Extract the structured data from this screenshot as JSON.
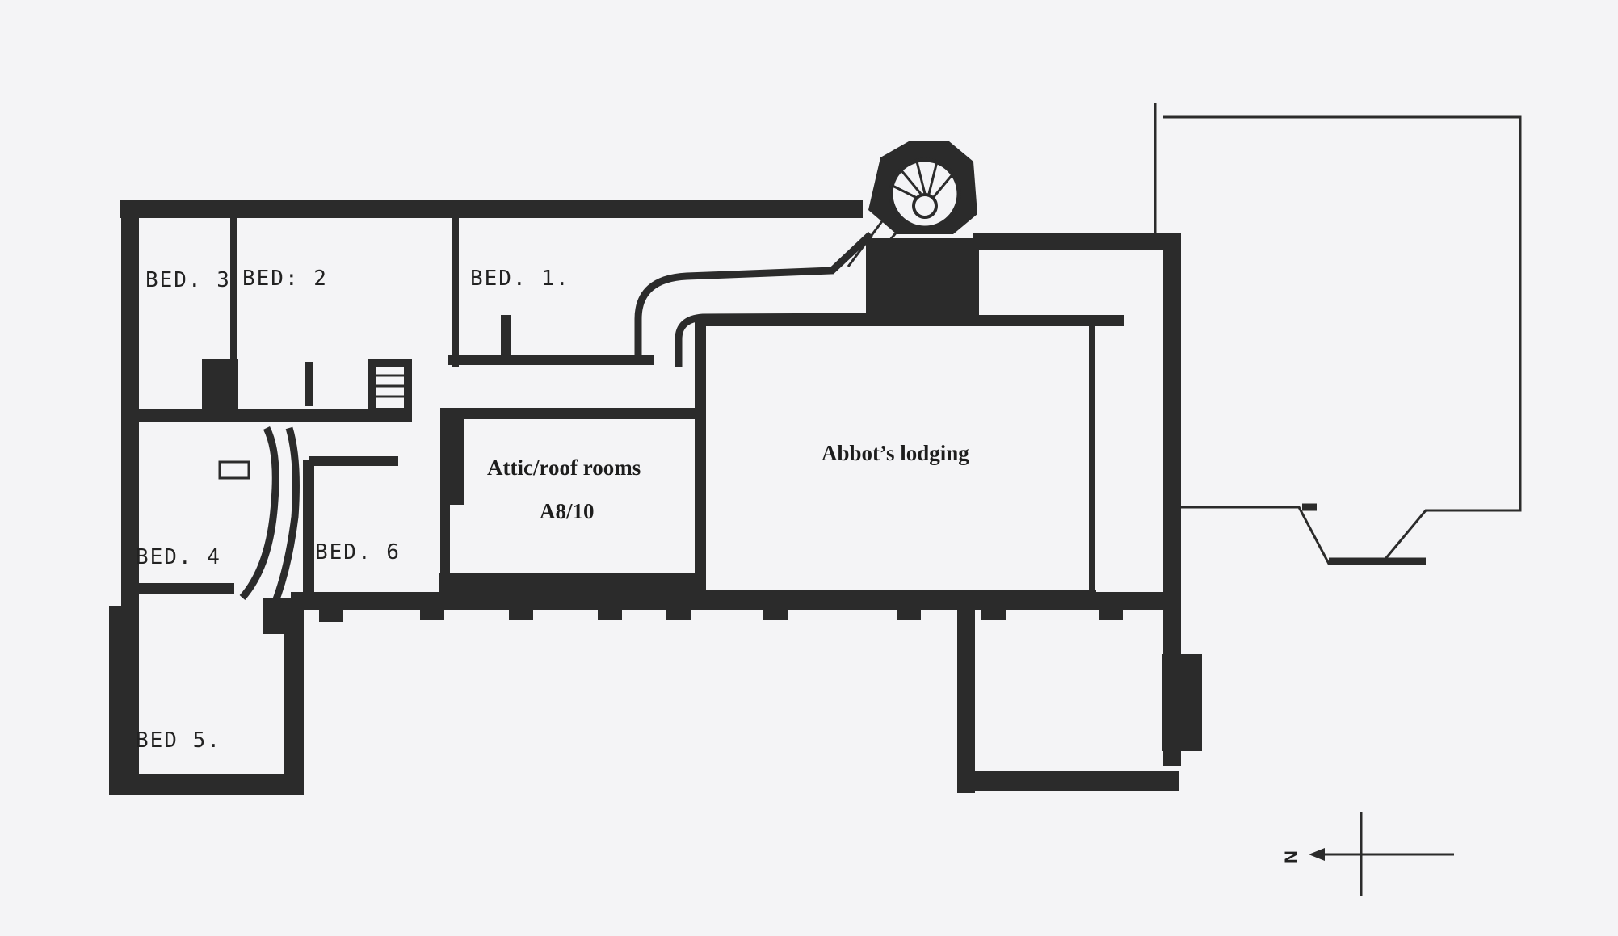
{
  "rooms": {
    "bed1": "BED. 1.",
    "bed2": "BED: 2",
    "bed3": "BED. 3",
    "bed4": "BED. 4",
    "bed5": "BED 5.",
    "bed6": "BED. 6",
    "attic": "Attic/roof rooms",
    "attic_ref": "A8/10",
    "abbot": "Abbot’s lodging"
  },
  "compass": {
    "north_label": "N"
  }
}
